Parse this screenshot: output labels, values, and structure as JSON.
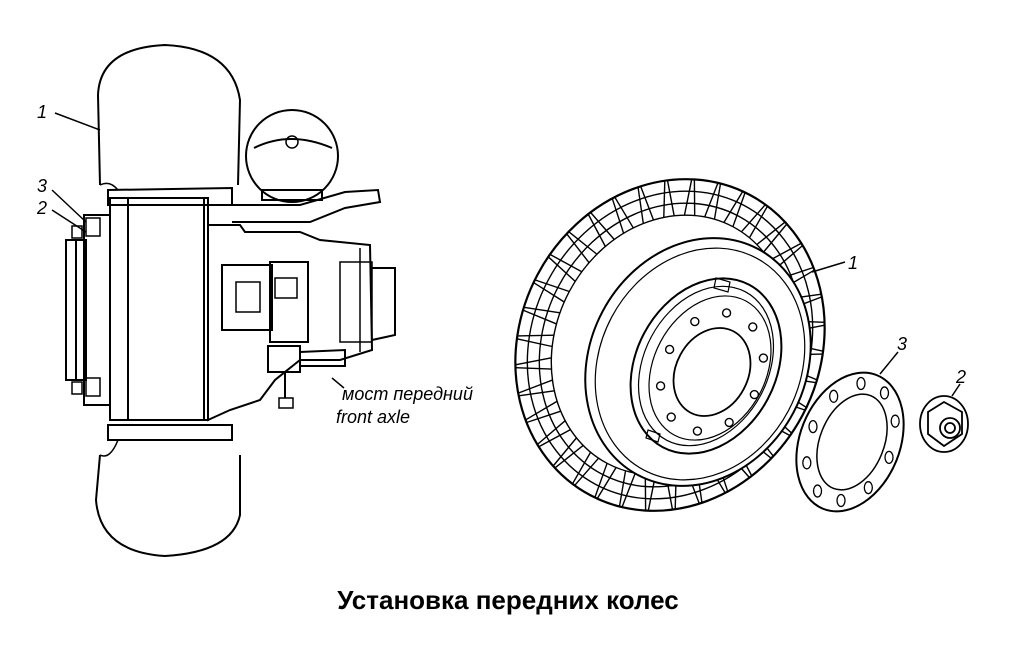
{
  "callouts": {
    "left_1": "1",
    "left_3": "3",
    "left_2": "2",
    "right_1": "1",
    "right_3": "3",
    "right_2": "2"
  },
  "axle_label": {
    "ru": "мост передний",
    "en": "front axle"
  },
  "caption": "Установка передних колес",
  "style": {
    "ink": "#000000",
    "paper": "#ffffff"
  }
}
